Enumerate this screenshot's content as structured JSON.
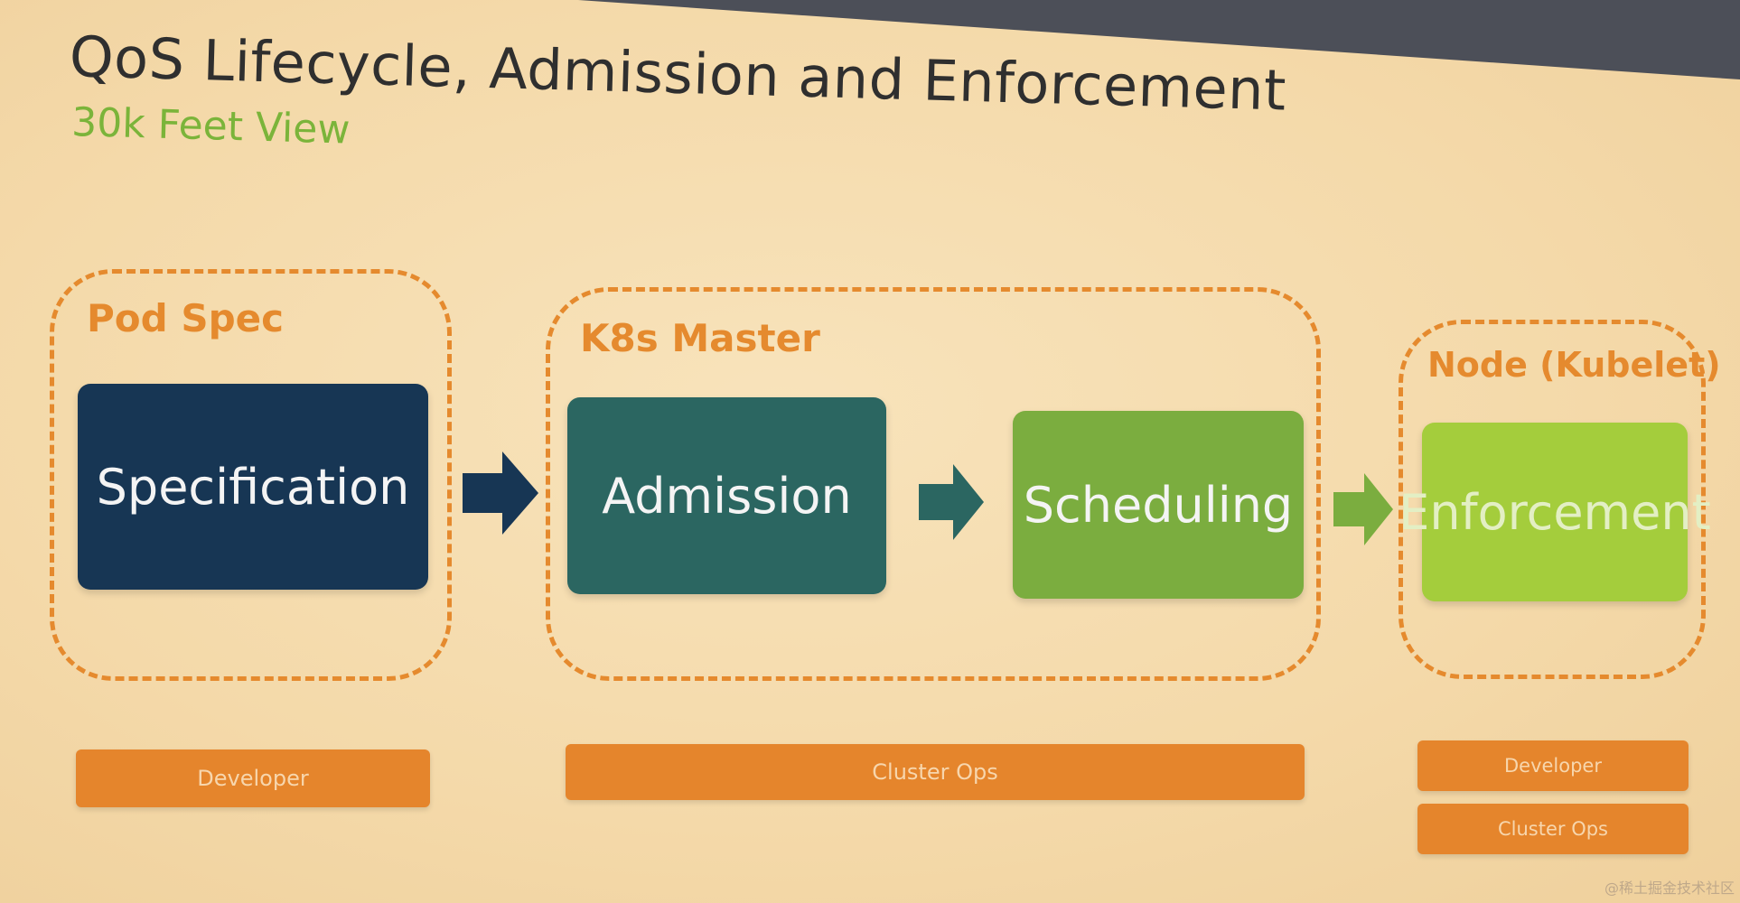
{
  "title": "QoS Lifecycle, Admission and Enforcement",
  "subtitle": "30k Feet View",
  "groups": {
    "pod_spec": {
      "label": "Pod Spec"
    },
    "k8s_master": {
      "label": "K8s Master"
    },
    "node": {
      "label": "Node (Kubelet)"
    }
  },
  "stages": {
    "specification": {
      "label": "Specification",
      "color": "#173654"
    },
    "admission": {
      "label": "Admission",
      "color": "#2b6661"
    },
    "scheduling": {
      "label": "Scheduling",
      "color": "#7bad3f"
    },
    "enforcement": {
      "label": "Enforcement",
      "color": "#a4cd3c"
    }
  },
  "arrows": {
    "arrow_1": {
      "color": "#173654"
    },
    "arrow_2": {
      "color": "#2b6661"
    },
    "arrow_3": {
      "color": "#7bad3f"
    }
  },
  "roles": {
    "pod_spec_developer": "Developer",
    "k8s_master_cluster_ops": "Cluster Ops",
    "node_developer": "Developer",
    "node_cluster_ops": "Cluster Ops"
  },
  "colors": {
    "accent_orange": "#e58a2e",
    "subtitle_green": "#7bb43a",
    "slide_background": "#f5ddb0"
  },
  "watermark": "@稀土掘金技术社区"
}
